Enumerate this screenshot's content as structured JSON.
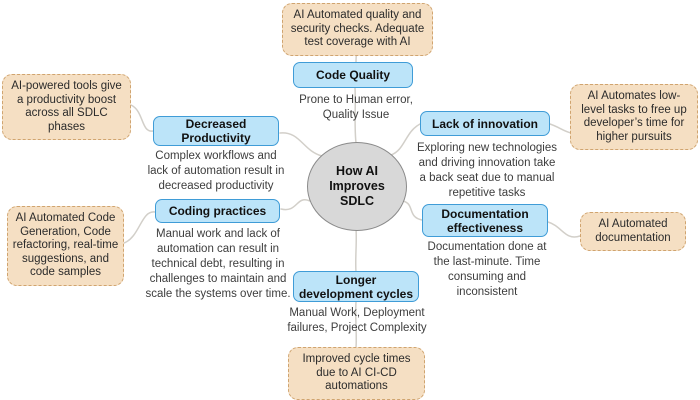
{
  "diagram": {
    "title": "How AI Improves SDLC mind map",
    "center_label": "How AI\nImproves\nSDLC",
    "branches": [
      {
        "id": "code-quality",
        "topic": "Code Quality",
        "description": "Prone to Human error,\nQuality Issue",
        "note": "AI Automated quality and\nsecurity checks. Adequate\ntest coverage with AI"
      },
      {
        "id": "decreased-productivity",
        "topic": "Decreased\nProductivity",
        "description": "Complex workflows and\nlack of automation result in\ndecreased productivity",
        "note": "AI-powered tools give\na productivity boost\nacross all SDLC\nphases"
      },
      {
        "id": "coding-practices",
        "topic": "Coding practices",
        "description": "Manual work and lack of\nautomation can result in\ntechnical debt, resulting in\nchallenges to maintain and\nscale the systems over time.",
        "note": "AI Automated Code\nGeneration, Code\nrefactoring, real-time\nsuggestions, and\ncode samples"
      },
      {
        "id": "lack-of-innovation",
        "topic": "Lack of innovation",
        "description": "Exploring new technologies\nand driving innovation take\na back seat due to manual\nrepetitive tasks",
        "note": "AI Automates low-\nlevel tasks to free up\ndeveloper’s time for\nhigher pursuits"
      },
      {
        "id": "documentation-effectiveness",
        "topic": "Documentation\neffectiveness",
        "description": "Documentation done at\nthe last-minute. Time\nconsuming and\ninconsistent",
        "note": "AI Automated\ndocumentation"
      },
      {
        "id": "longer-development-cycles",
        "topic": "Longer\ndevelopment cycles",
        "description": "Manual Work, Deployment\nfailures, Project Complexity",
        "note": "Improved cycle times\ndue to AI CI-CD\nautomations"
      }
    ],
    "colors": {
      "topic_fill": "#bce4f9",
      "topic_border": "#3f9cd7",
      "note_fill": "#f5dfc3",
      "note_border": "#d0a46f",
      "center_fill": "#d8d8d8",
      "center_border": "#8a8a8a",
      "connector": "#d2cfc9",
      "text": "#303030"
    }
  }
}
